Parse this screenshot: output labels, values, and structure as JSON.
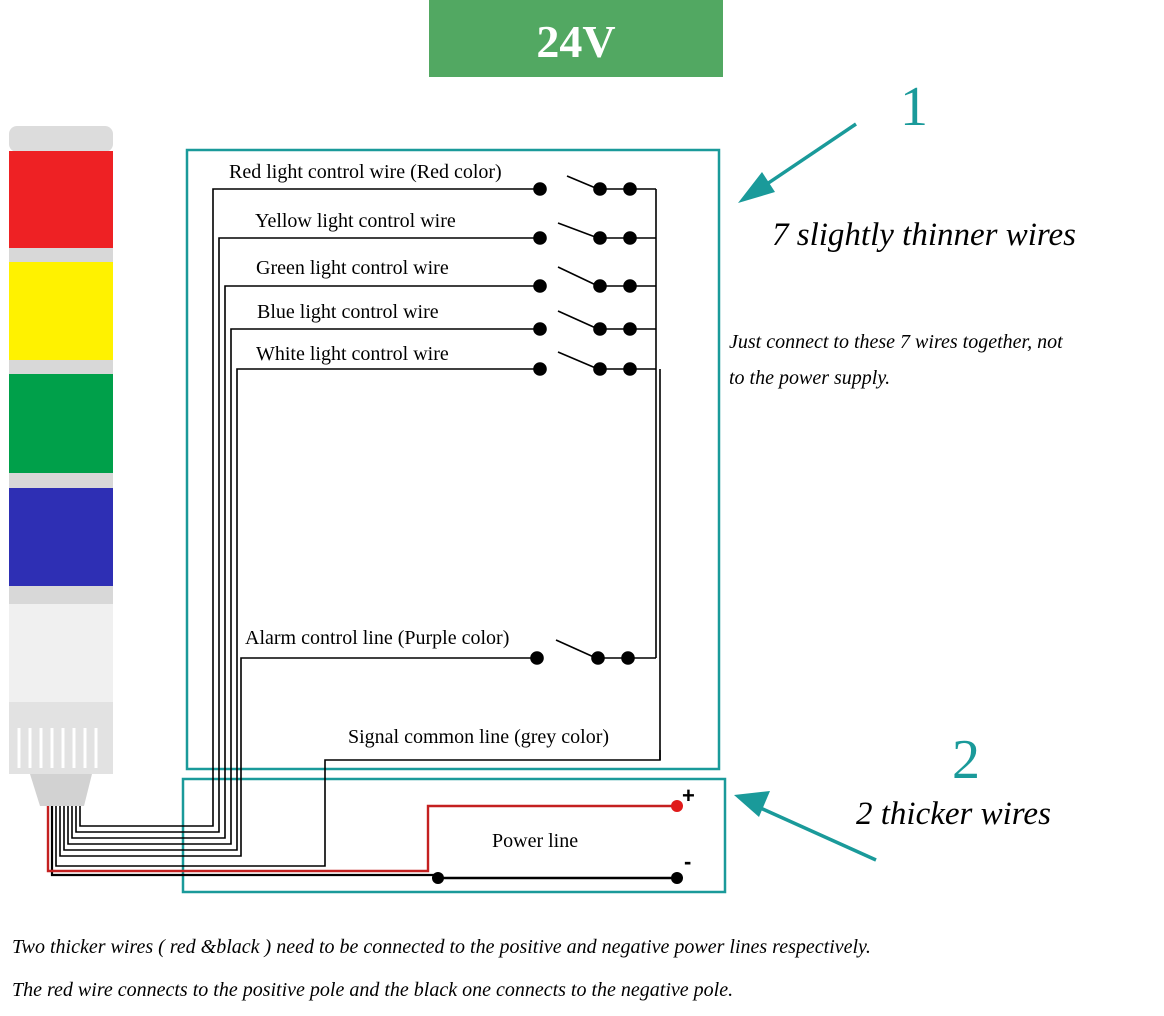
{
  "header": {
    "title": "24V",
    "bg_color": "#52a862"
  },
  "colors": {
    "teal": "#1a9a9a",
    "red_light": "#ee2124",
    "yellow_light": "#fff200",
    "green_light": "#00a04a",
    "blue_light": "#2e2fb4",
    "white_light": "#f0f0f0",
    "red_wire": "#c42020"
  },
  "callouts": {
    "one": {
      "number": "1",
      "text": "7 slightly thinner wires"
    },
    "two": {
      "number": "2",
      "text": "2 thicker wires"
    }
  },
  "note": {
    "line1": "Just connect to these 7 wires together, not",
    "line2": "to the power supply."
  },
  "wires": {
    "red": "Red light control wire (Red color)",
    "yellow": "Yellow light control wire",
    "green": "Green light control wire",
    "blue": "Blue light control wire",
    "white": "White light control wire",
    "alarm": "Alarm control line (Purple color)",
    "common": "Signal common line (grey color)"
  },
  "power": {
    "label": "Power line",
    "plus": "+",
    "minus": "-"
  },
  "footer": {
    "line1": "Two thicker wires ( red &black ) need to be connected to the positive and negative power lines respectively.",
    "line2": "The red wire connects to the positive pole and the black one connects to the negative pole."
  }
}
